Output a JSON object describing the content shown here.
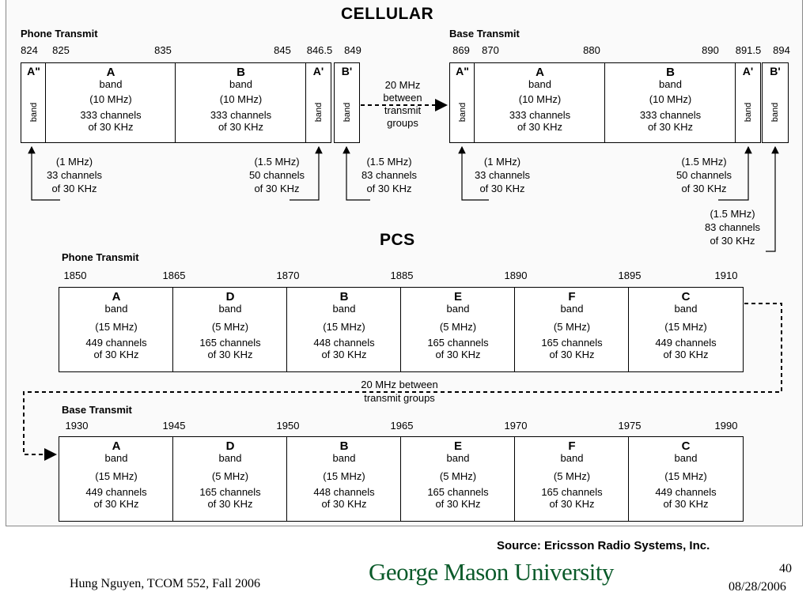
{
  "cellular": {
    "title": "CELLULAR",
    "phone": {
      "label": "Phone Transmit",
      "ticks": [
        "824",
        "825",
        "835",
        "845",
        "846.5",
        "849"
      ],
      "bands": [
        {
          "letter": "A\"",
          "vertical": "band"
        },
        {
          "letter": "A",
          "word": "band",
          "mhz": "(10 MHz)",
          "ch1": "333 channels",
          "ch2": "of 30 KHz"
        },
        {
          "letter": "B",
          "word": "band",
          "mhz": "(10 MHz)",
          "ch1": "333 channels",
          "ch2": "of 30 KHz"
        },
        {
          "letter": "A'",
          "vertical": "band"
        },
        {
          "letter": "B'",
          "vertical": "band"
        }
      ],
      "notes": [
        {
          "l1": "(1 MHz)",
          "l2": "33 channels",
          "l3": "of 30 KHz"
        },
        {
          "l1": "(1.5 MHz)",
          "l2": "50 channels",
          "l3": "of 30 KHz"
        },
        {
          "l1": "(1.5 MHz)",
          "l2": "83 channels",
          "l3": "of 30 KHz"
        }
      ]
    },
    "between": {
      "l1": "20 MHz",
      "l2": "between",
      "l3": "transmit",
      "l4": "groups"
    },
    "base": {
      "label": "Base Transmit",
      "ticks": [
        "869",
        "870",
        "880",
        "890",
        "891.5",
        "894"
      ],
      "bands": [
        {
          "letter": "A\"",
          "vertical": "band"
        },
        {
          "letter": "A",
          "word": "band",
          "mhz": "(10 MHz)",
          "ch1": "333 channels",
          "ch2": "of 30 KHz"
        },
        {
          "letter": "B",
          "word": "band",
          "mhz": "(10 MHz)",
          "ch1": "333 channels",
          "ch2": "of 30 KHz"
        },
        {
          "letter": "A'",
          "vertical": "band"
        },
        {
          "letter": "B'",
          "vertical": "band"
        }
      ],
      "notes": [
        {
          "l1": "(1 MHz)",
          "l2": "33 channels",
          "l3": "of 30 KHz"
        },
        {
          "l1": "(1.5 MHz)",
          "l2": "50 channels",
          "l3": "of 30 KHz"
        },
        {
          "l1": "(1.5 MHz)",
          "l2": "83 channels",
          "l3": "of 30 KHz"
        }
      ]
    }
  },
  "pcs": {
    "title": "PCS",
    "phone": {
      "label": "Phone Transmit",
      "ticks": [
        "1850",
        "1865",
        "1870",
        "1885",
        "1890",
        "1895",
        "1910"
      ],
      "bands": [
        {
          "letter": "A",
          "word": "band",
          "mhz": "(15 MHz)",
          "ch1": "449 channels",
          "ch2": "of 30 KHz"
        },
        {
          "letter": "D",
          "word": "band",
          "mhz": "(5 MHz)",
          "ch1": "165 channels",
          "ch2": "of 30 KHz"
        },
        {
          "letter": "B",
          "word": "band",
          "mhz": "(15 MHz)",
          "ch1": "448 channels",
          "ch2": "of 30 KHz"
        },
        {
          "letter": "E",
          "word": "band",
          "mhz": "(5 MHz)",
          "ch1": "165 channels",
          "ch2": "of 30 KHz"
        },
        {
          "letter": "F",
          "word": "band",
          "mhz": "(5 MHz)",
          "ch1": "165 channels",
          "ch2": "of 30 KHz"
        },
        {
          "letter": "C",
          "word": "band",
          "mhz": "(15 MHz)",
          "ch1": "449 channels",
          "ch2": "of 30 KHz"
        }
      ]
    },
    "between": {
      "l1": "20 MHz between",
      "l2": "transmit groups"
    },
    "base": {
      "label": "Base Transmit",
      "ticks": [
        "1930",
        "1945",
        "1950",
        "1965",
        "1970",
        "1975",
        "1990"
      ],
      "bands": [
        {
          "letter": "A",
          "word": "band",
          "mhz": "(15 MHz)",
          "ch1": "449 channels",
          "ch2": "of 30 KHz"
        },
        {
          "letter": "D",
          "word": "band",
          "mhz": "(5 MHz)",
          "ch1": "165 channels",
          "ch2": "of 30 KHz"
        },
        {
          "letter": "B",
          "word": "band",
          "mhz": "(15 MHz)",
          "ch1": "448 channels",
          "ch2": "of 30 KHz"
        },
        {
          "letter": "E",
          "word": "band",
          "mhz": "(5 MHz)",
          "ch1": "165 channels",
          "ch2": "of 30 KHz"
        },
        {
          "letter": "F",
          "word": "band",
          "mhz": "(5 MHz)",
          "ch1": "165 channels",
          "ch2": "of 30 KHz"
        },
        {
          "letter": "C",
          "word": "band",
          "mhz": "(15 MHz)",
          "ch1": "449 channels",
          "ch2": "of 30 KHz"
        }
      ]
    }
  },
  "source": "Source: Ericsson Radio Systems, Inc.",
  "footer": {
    "author": "Hung Nguyen, TCOM 552, Fall 2006",
    "university": "George Mason University",
    "page": "40",
    "date": "08/28/2006"
  }
}
